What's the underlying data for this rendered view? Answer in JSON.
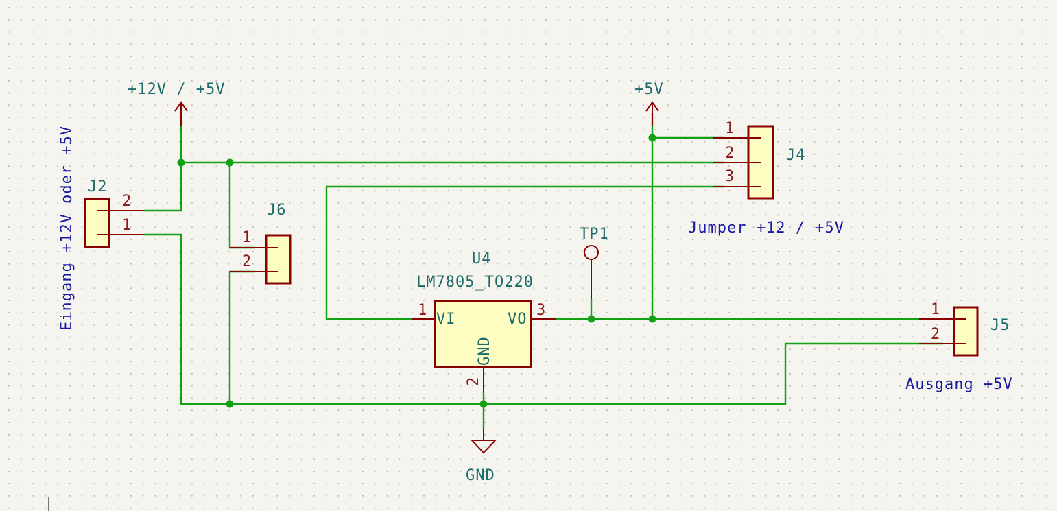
{
  "colors": {
    "background": "#f5f4ef",
    "wire": "#14a014",
    "symbol_outline": "#8a0000",
    "symbol_fill": "#fdfdc2",
    "reference_text": "#1b6b6b",
    "pin_number_text": "#8a1a1a",
    "note_text": "#1a1aa0"
  },
  "power": {
    "vin_label": "+12V / +5V",
    "vout_label": "+5V",
    "gnd_label": "GND"
  },
  "components": {
    "J2": {
      "ref": "J2",
      "note": "Eingang +12V oder +5V",
      "pins": [
        "2",
        "1"
      ]
    },
    "J6": {
      "ref": "J6",
      "pins": [
        "1",
        "2"
      ]
    },
    "J4": {
      "ref": "J4",
      "note": "Jumper +12 / +5V",
      "pins": [
        "1",
        "2",
        "3"
      ]
    },
    "J5": {
      "ref": "J5",
      "note": "Ausgang +5V",
      "pins": [
        "1",
        "2"
      ]
    },
    "U4": {
      "ref": "U4",
      "value": "LM7805_TO220",
      "pin_vi_name": "VI",
      "pin_vo_name": "VO",
      "pin_gnd_name": "GND",
      "pin_vi_num": "1",
      "pin_vo_num": "3",
      "pin_gnd_num": "2"
    },
    "TP1": {
      "ref": "TP1"
    }
  }
}
